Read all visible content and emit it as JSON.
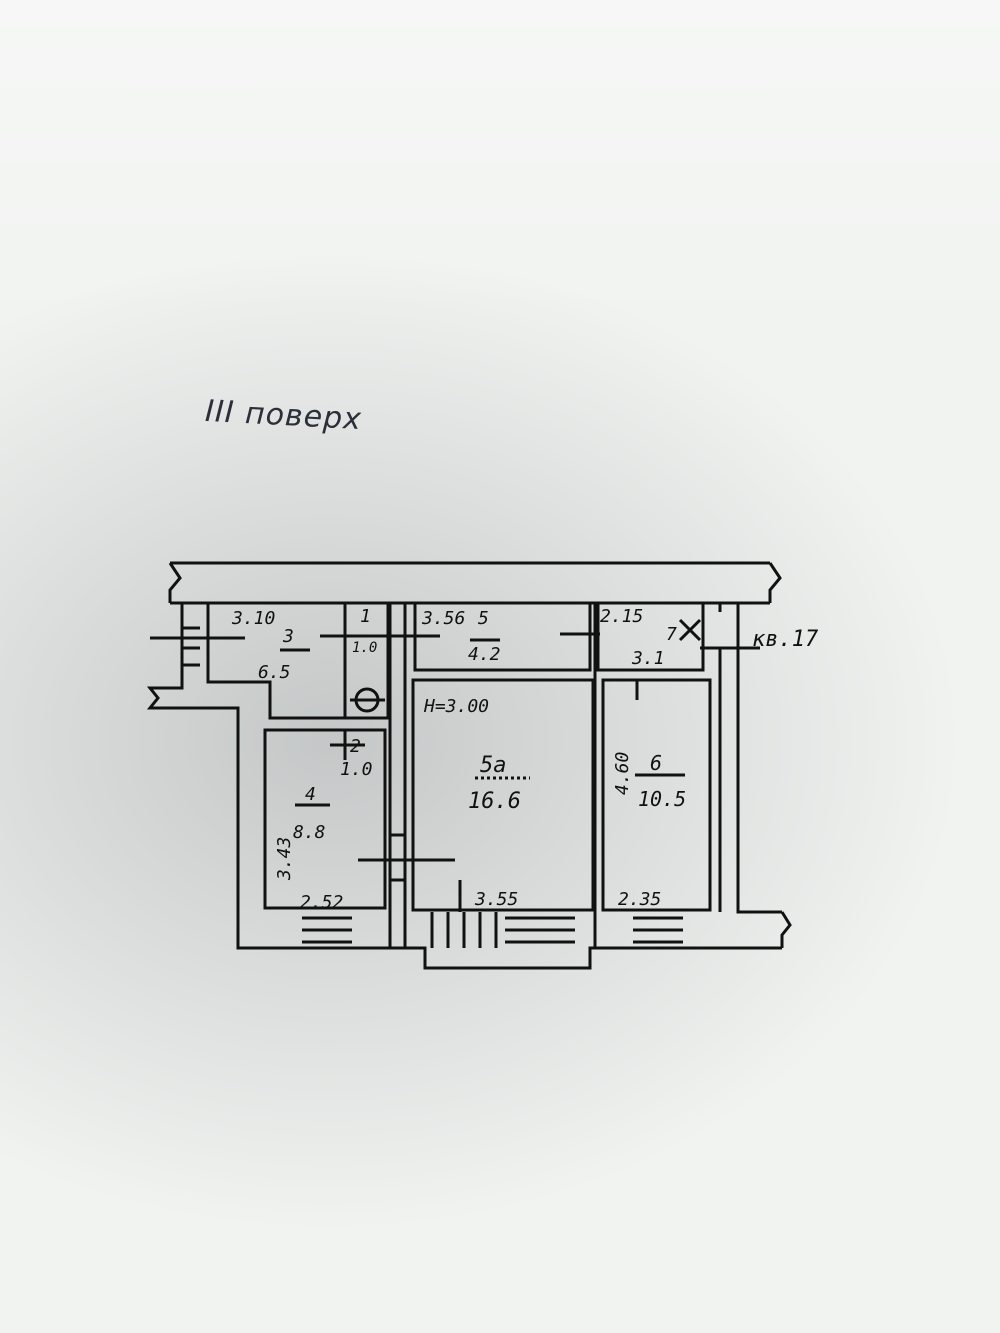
{
  "floor_title": "III поверх",
  "apartment_label": "кв.17",
  "ceiling_height": "H=3.00",
  "rooms": [
    {
      "id": "3",
      "number": "3",
      "area": "6.5",
      "dim_top": "3.10"
    },
    {
      "id": "1",
      "number": "1",
      "area": "1.0"
    },
    {
      "id": "5",
      "number": "5",
      "area": "4.2",
      "dim_top": "3.56"
    },
    {
      "id": "7",
      "number": "7",
      "area": "3.1",
      "dim_top": "2.15"
    },
    {
      "id": "2",
      "number": "2",
      "area": "1.0"
    },
    {
      "id": "4",
      "number": "4",
      "area": "8.8",
      "dim_side": "3.43",
      "dim_bottom": "2.52"
    },
    {
      "id": "5a",
      "number": "5а",
      "area": "16.6",
      "dim_bottom": "3.55"
    },
    {
      "id": "6",
      "number": "6",
      "area": "10.5",
      "dim_side": "4.60",
      "dim_bottom": "2.35"
    }
  ],
  "colors": {
    "ink": "#111111",
    "paper": "#f1f3f1"
  }
}
